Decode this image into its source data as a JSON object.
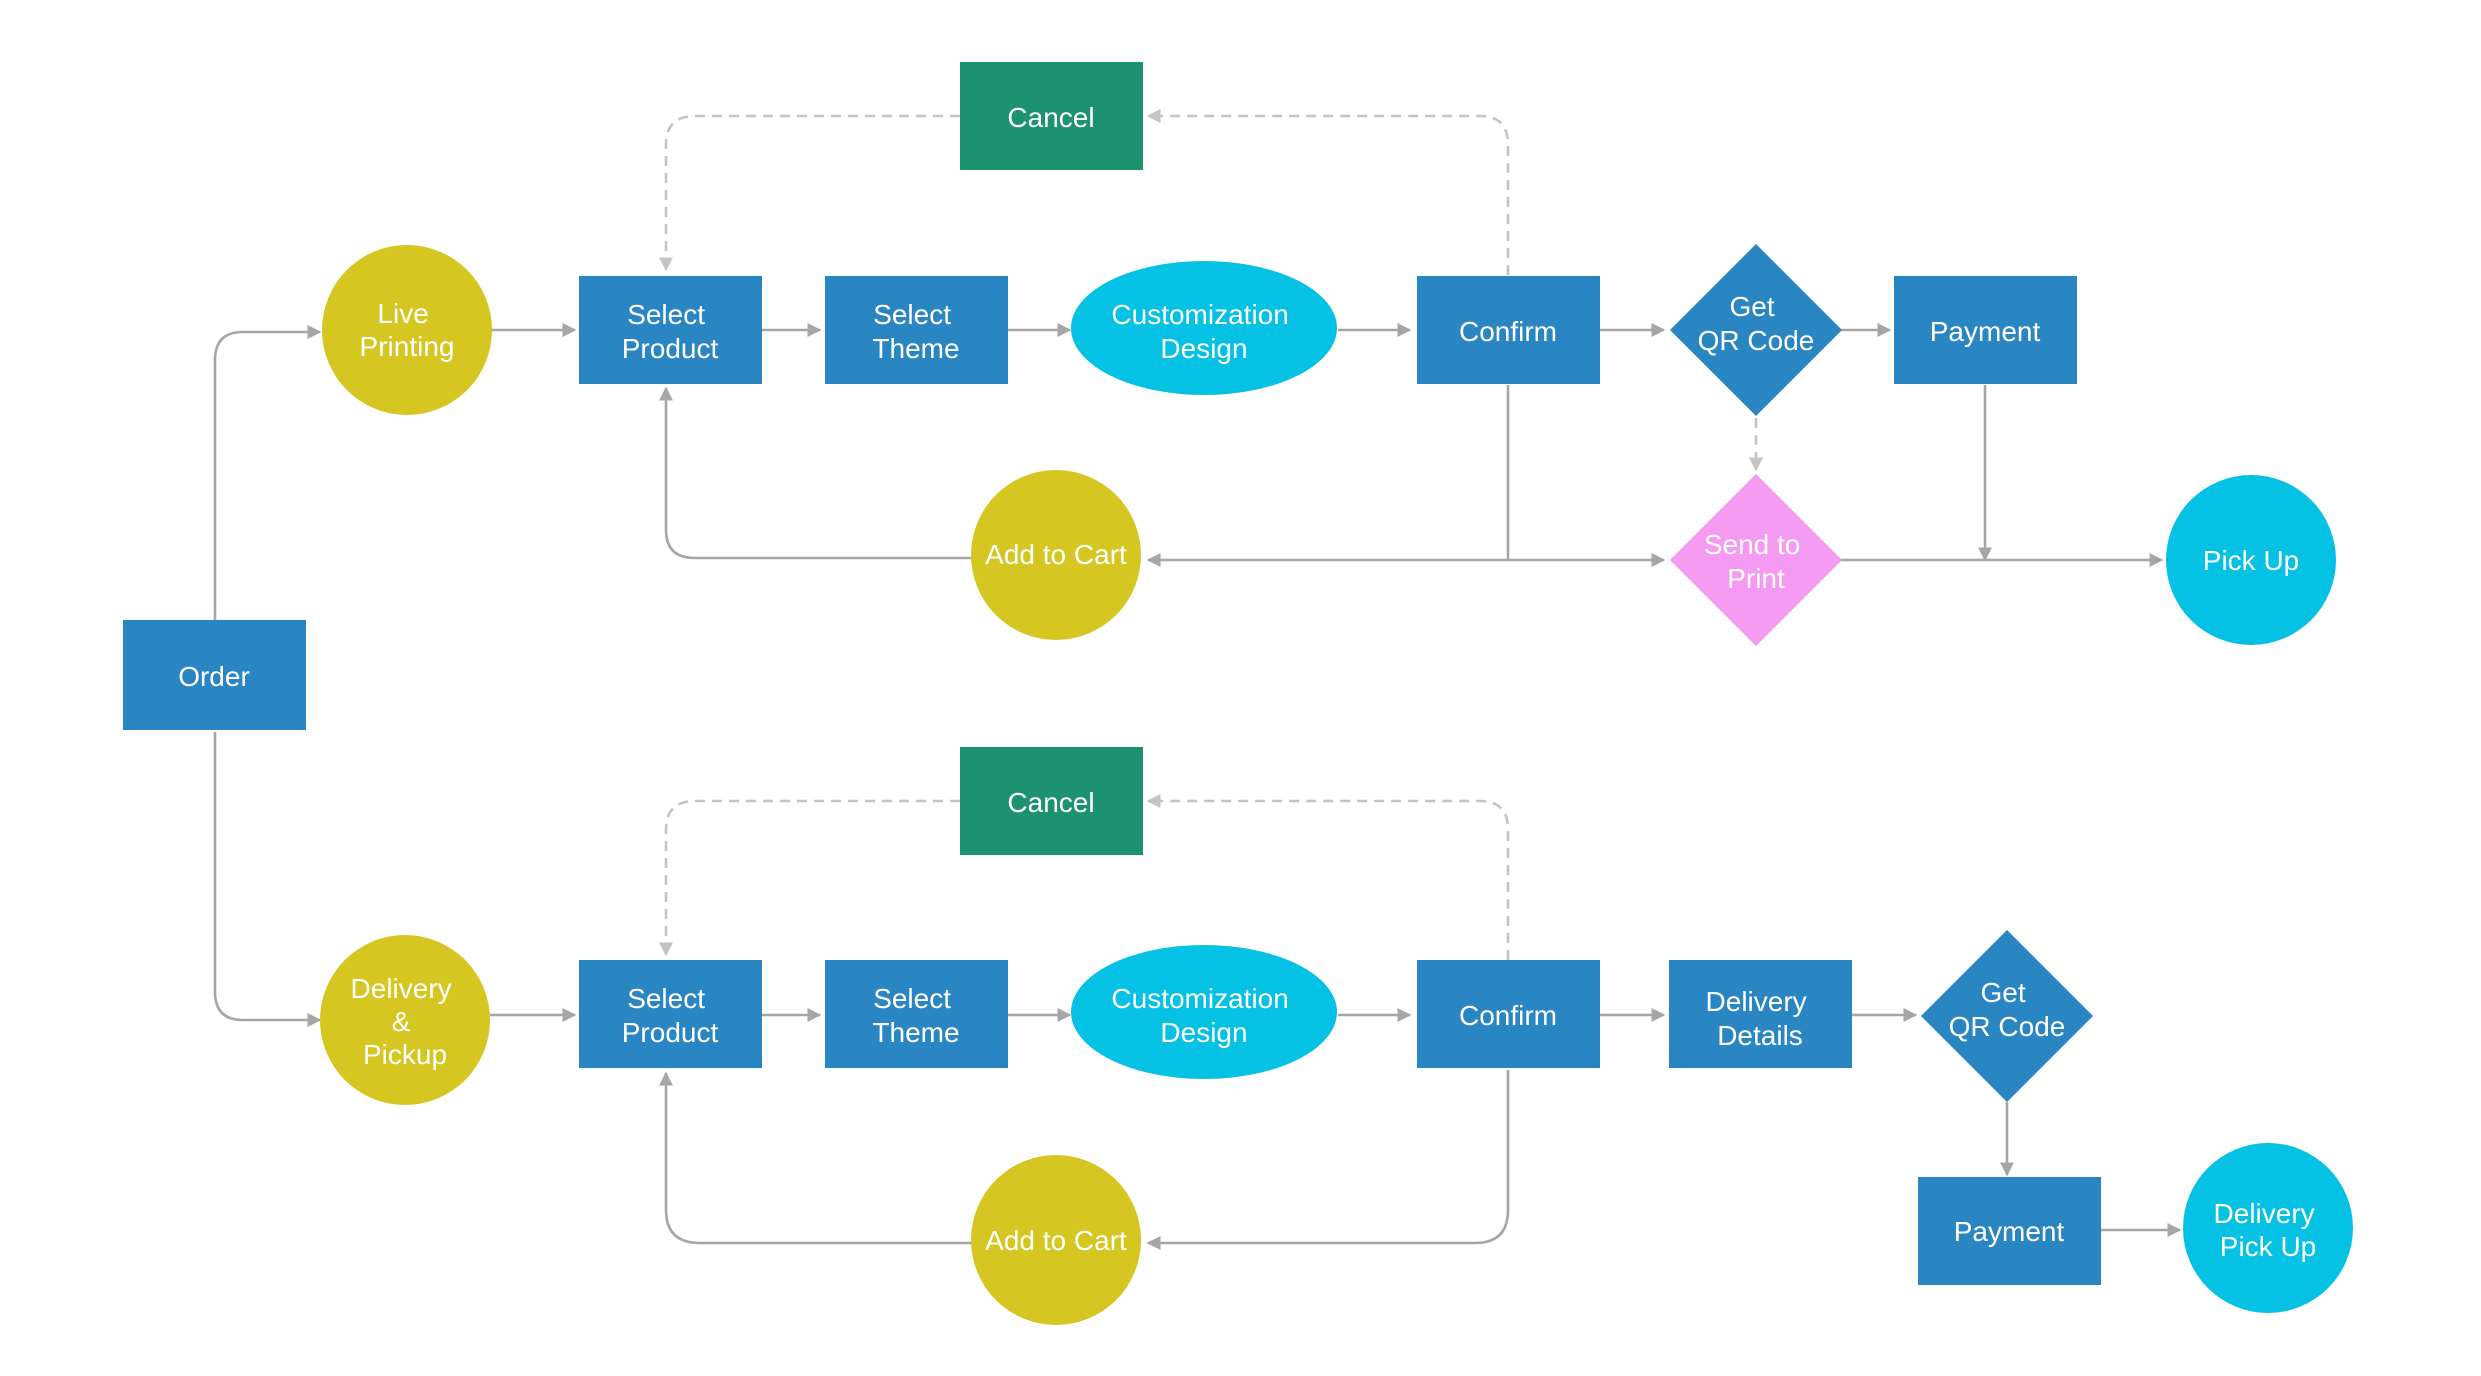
{
  "colors": {
    "process_blue": "#2a86c3",
    "cancel_green": "#1d9270",
    "circle_yellow": "#d5c622",
    "ellipse_cyan": "#05c1e4",
    "terminal_cyan": "#05c1e4",
    "print_pink": "#f59af2",
    "connector_gray": "#a6a6a6",
    "dashed_gray": "#c4c4c4"
  },
  "nodes": {
    "order": [
      "Order"
    ],
    "live_printing": [
      "Live",
      "Printing"
    ],
    "delivery_pickup_start": [
      "Delivery",
      "&",
      "Pickup"
    ],
    "top_cancel": [
      "Cancel"
    ],
    "top_select_product": [
      "Select",
      "Product"
    ],
    "top_select_theme": [
      "Select",
      "Theme"
    ],
    "top_customization": [
      "Customization",
      "Design"
    ],
    "top_confirm": [
      "Confirm"
    ],
    "top_get_qr": [
      "Get",
      "QR Code"
    ],
    "top_payment": [
      "Payment"
    ],
    "top_add_to_cart": [
      "Add to Cart"
    ],
    "send_to_print": [
      "Send to",
      "Print"
    ],
    "pick_up": [
      "Pick Up"
    ],
    "bottom_cancel": [
      "Cancel"
    ],
    "bottom_select_product": [
      "Select",
      "Product"
    ],
    "bottom_select_theme": [
      "Select",
      "Theme"
    ],
    "bottom_customization": [
      "Customization",
      "Design"
    ],
    "bottom_confirm": [
      "Confirm"
    ],
    "delivery_details": [
      "Delivery",
      "Details"
    ],
    "bottom_get_qr": [
      "Get",
      "QR Code"
    ],
    "bottom_payment": [
      "Payment"
    ],
    "bottom_add_to_cart": [
      "Add to Cart"
    ],
    "delivery_pick_up": [
      "Delivery",
      "Pick Up"
    ]
  }
}
